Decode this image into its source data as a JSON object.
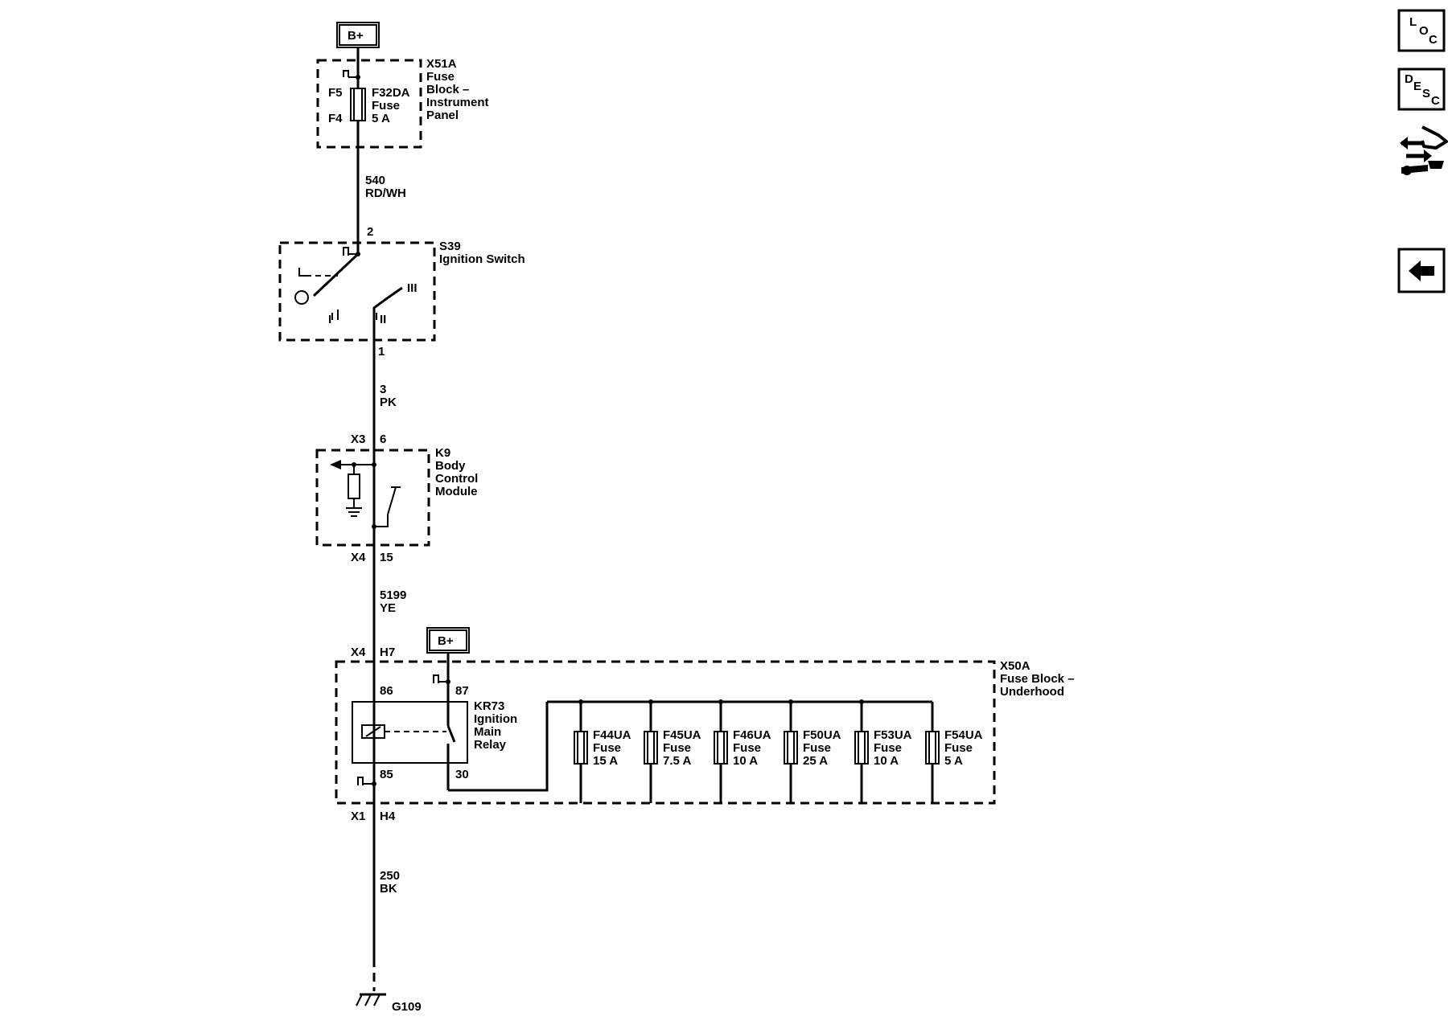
{
  "power": {
    "bplus_top": "B+",
    "bplus_relay": "B+"
  },
  "fuse_block_ip": {
    "name": [
      "X51A",
      "Fuse",
      "Block –",
      "Instrument",
      "Panel"
    ],
    "pin_in": "F5",
    "pin_out": "F4",
    "fuse": [
      "F32DA",
      "Fuse",
      "5 A"
    ]
  },
  "wire_540": [
    "540",
    "RD/WH"
  ],
  "ignition_switch": {
    "name": [
      "S39",
      "Ignition Switch"
    ],
    "pin_top": "2",
    "pin_bottom": "1",
    "pos_1": "I",
    "pos_2": "II",
    "pos_3": "III"
  },
  "wire_3": [
    "3",
    "PK"
  ],
  "bcm": {
    "name": [
      "K9",
      "Body",
      "Control",
      "Module"
    ],
    "conn_top": "X3",
    "pin_top": "6",
    "conn_bottom": "X4",
    "pin_bottom": "15"
  },
  "wire_5199": [
    "5199",
    "YE"
  ],
  "fuse_block_uh": {
    "name": [
      "X50A",
      "Fuse Block –",
      "Underhood"
    ],
    "conn_in": "X4",
    "pin_in": "H7",
    "conn_out": "X1",
    "pin_out": "H4"
  },
  "relay": {
    "name": [
      "KR73",
      "Ignition",
      "Main",
      "Relay"
    ],
    "pin_86": "86",
    "pin_87": "87",
    "pin_85": "85",
    "pin_30": "30"
  },
  "fuses": [
    [
      "F44UA",
      "Fuse",
      "15 A"
    ],
    [
      "F45UA",
      "Fuse",
      "7.5 A"
    ],
    [
      "F46UA",
      "Fuse",
      "10 A"
    ],
    [
      "F50UA",
      "Fuse",
      "25 A"
    ],
    [
      "F53UA",
      "Fuse",
      "10 A"
    ],
    [
      "F54UA",
      "Fuse",
      "5 A"
    ]
  ],
  "wire_250": [
    "250",
    "BK"
  ],
  "ground": "G109",
  "sidebar": {
    "loc": [
      "L",
      "O",
      "C"
    ],
    "desc": [
      "D",
      "E",
      "S",
      "C"
    ]
  }
}
